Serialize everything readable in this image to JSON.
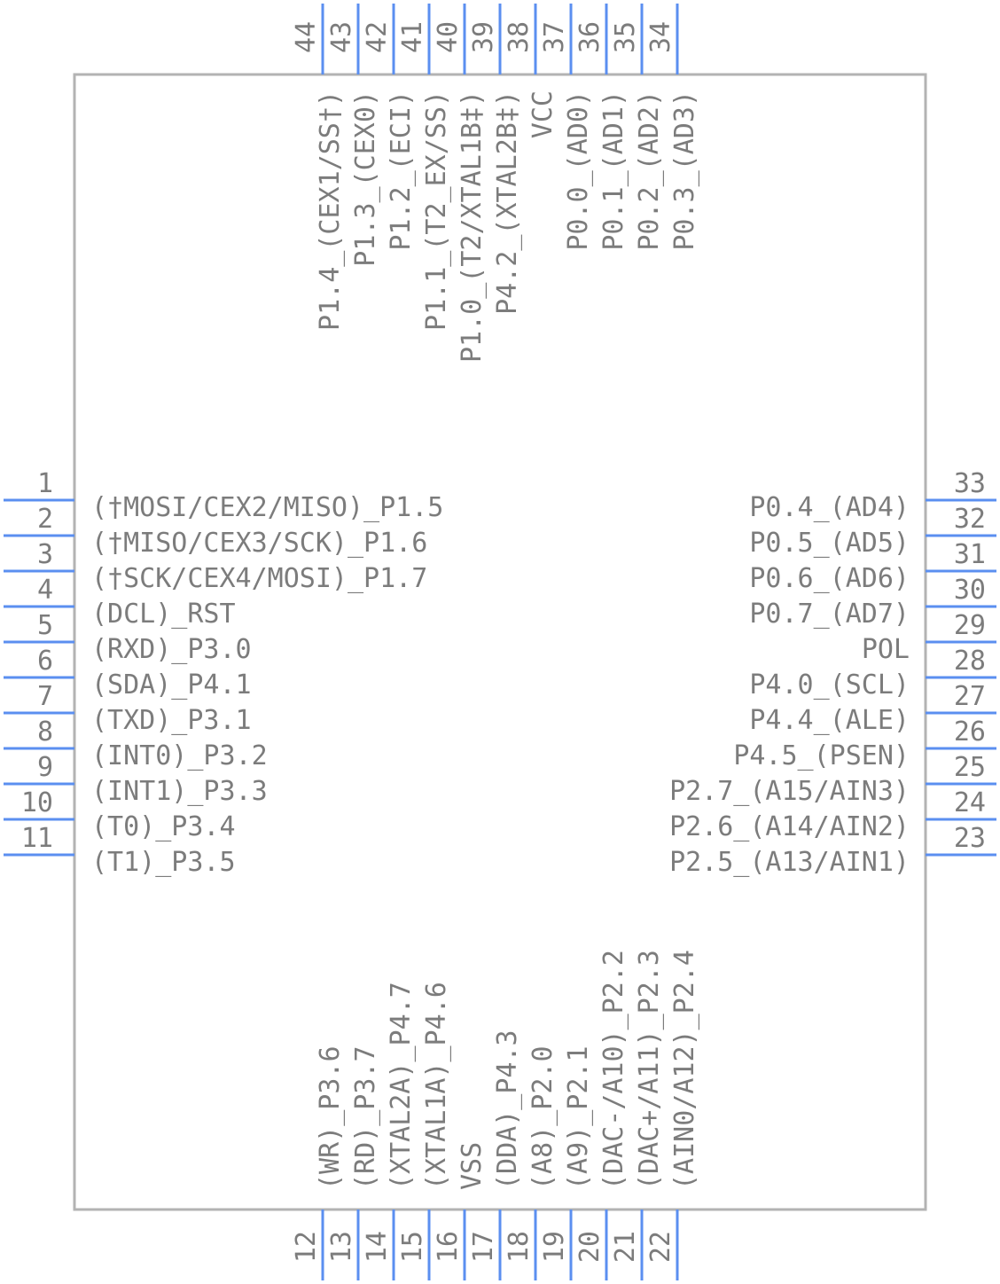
{
  "pins": {
    "left": [
      {
        "num": "1",
        "label": "(†MOSI/CEX2/MISO)_P1.5"
      },
      {
        "num": "2",
        "label": "(†MISO/CEX3/SCK)_P1.6"
      },
      {
        "num": "3",
        "label": "(†SCK/CEX4/MOSI)_P1.7"
      },
      {
        "num": "4",
        "label": "(DCL)_RST"
      },
      {
        "num": "5",
        "label": "(RXD)_P3.0"
      },
      {
        "num": "6",
        "label": "(SDA)_P4.1"
      },
      {
        "num": "7",
        "label": "(TXD)_P3.1"
      },
      {
        "num": "8",
        "label": "(INT0)_P3.2"
      },
      {
        "num": "9",
        "label": "(INT1)_P3.3"
      },
      {
        "num": "10",
        "label": "(T0)_P3.4"
      },
      {
        "num": "11",
        "label": "(T1)_P3.5"
      }
    ],
    "right": [
      {
        "num": "33",
        "label": "P0.4_(AD4)"
      },
      {
        "num": "32",
        "label": "P0.5_(AD5)"
      },
      {
        "num": "31",
        "label": "P0.6_(AD6)"
      },
      {
        "num": "30",
        "label": "P0.7_(AD7)"
      },
      {
        "num": "29",
        "label": "POL"
      },
      {
        "num": "28",
        "label": "P4.0_(SCL)"
      },
      {
        "num": "27",
        "label": "P4.4_(ALE)"
      },
      {
        "num": "26",
        "label": "P4.5_(PSEN)"
      },
      {
        "num": "25",
        "label": "P2.7_(A15/AIN3)"
      },
      {
        "num": "24",
        "label": "P2.6_(A14/AIN2)"
      },
      {
        "num": "23",
        "label": "P2.5_(A13/AIN1)"
      }
    ],
    "top": [
      {
        "num": "44",
        "label": "P1.4_(CEX1/SS†)"
      },
      {
        "num": "43",
        "label": "P1.3_(CEX0)"
      },
      {
        "num": "42",
        "label": "P1.2_(ECI)"
      },
      {
        "num": "41",
        "label": "P1.1_(T2_EX/SS)"
      },
      {
        "num": "40",
        "label": "P1.0_(T2/XTAL1B‡)"
      },
      {
        "num": "39",
        "label": "P4.2_(XTAL2B‡)"
      },
      {
        "num": "38",
        "label": "VCC"
      },
      {
        "num": "37",
        "label": "P0.0_(AD0)"
      },
      {
        "num": "36",
        "label": "P0.1_(AD1)"
      },
      {
        "num": "35",
        "label": "P0.2_(AD2)"
      },
      {
        "num": "34",
        "label": "P0.3_(AD3)"
      }
    ],
    "bottom": [
      {
        "num": "12",
        "label": "(WR)_P3.6"
      },
      {
        "num": "13",
        "label": "(RD)_P3.7"
      },
      {
        "num": "14",
        "label": "(XTAL2A)_P4.7"
      },
      {
        "num": "15",
        "label": "(XTAL1A)_P4.6"
      },
      {
        "num": "16",
        "label": "VSS"
      },
      {
        "num": "17",
        "label": "(DDA)_P4.3"
      },
      {
        "num": "18",
        "label": "(A8)_P2.0"
      },
      {
        "num": "19",
        "label": "(A9)_P2.1"
      },
      {
        "num": "20",
        "label": "(DAC-/A10)_P2.2"
      },
      {
        "num": "21",
        "label": "(DAC+/A11)_P2.3"
      },
      {
        "num": "22",
        "label": "(AIN0/A12)_P2.4"
      }
    ]
  }
}
